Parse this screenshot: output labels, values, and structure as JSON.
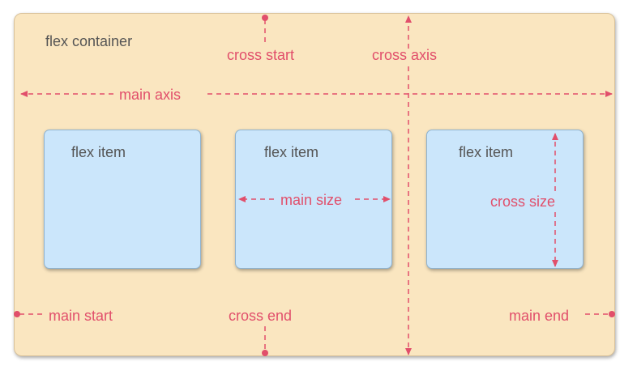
{
  "labels": {
    "flex_container": "flex container",
    "flex_item": "flex item",
    "main_axis": "main axis",
    "cross_axis": "cross axis",
    "cross_start": "cross start",
    "cross_end": "cross end",
    "main_start": "main start",
    "main_end": "main end",
    "main_size": "main size",
    "cross_size": "cross size"
  },
  "colors": {
    "container_fill": "#fae6c0",
    "item_fill": "#cbe6fb",
    "annotation": "#e14f6b",
    "text": "#555555"
  }
}
